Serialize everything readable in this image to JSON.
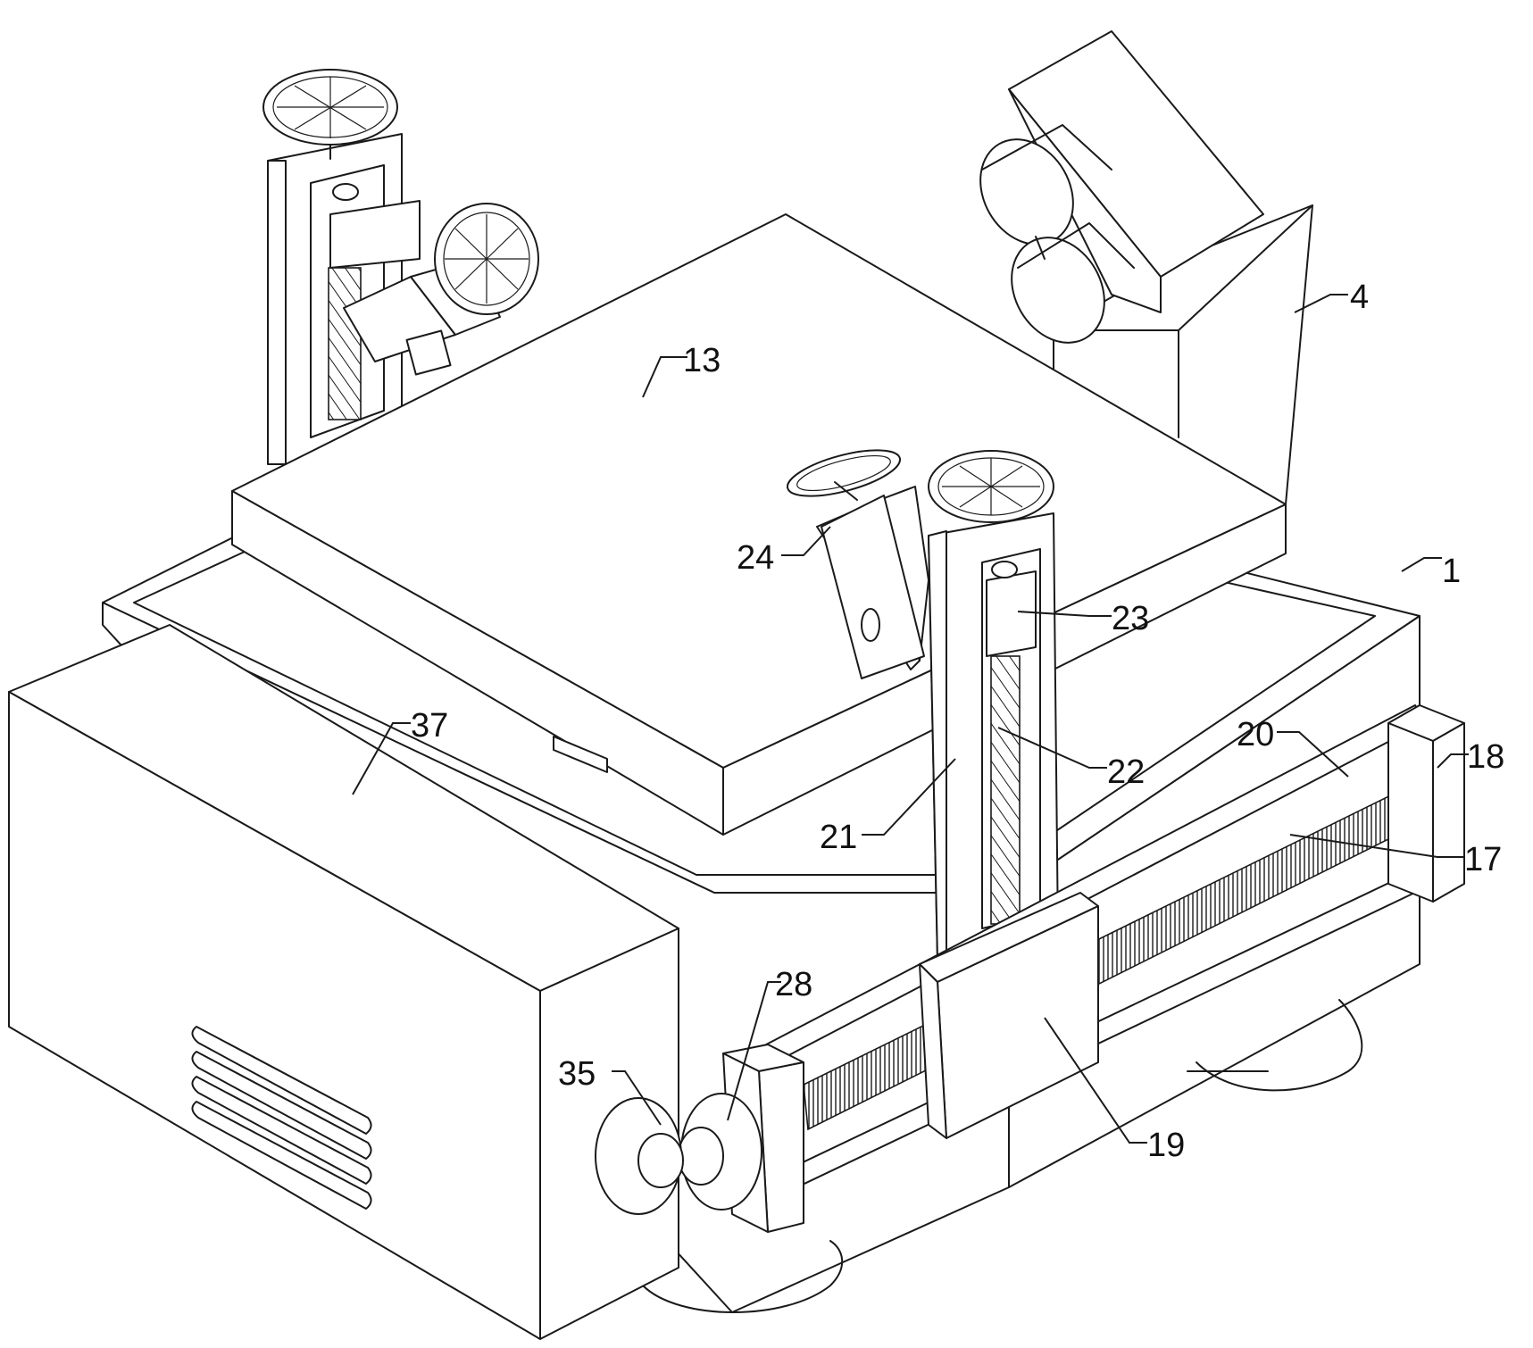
{
  "figure": {
    "labels": [
      "1",
      "4",
      "13",
      "17",
      "18",
      "19",
      "20",
      "21",
      "22",
      "23",
      "24",
      "28",
      "35",
      "37"
    ]
  },
  "icons": [
    "handwheel-icon",
    "vent-slots-icon",
    "lead-screw-icon",
    "gear-rack-icon",
    "disc-wheel-icon",
    "motor-icon"
  ]
}
